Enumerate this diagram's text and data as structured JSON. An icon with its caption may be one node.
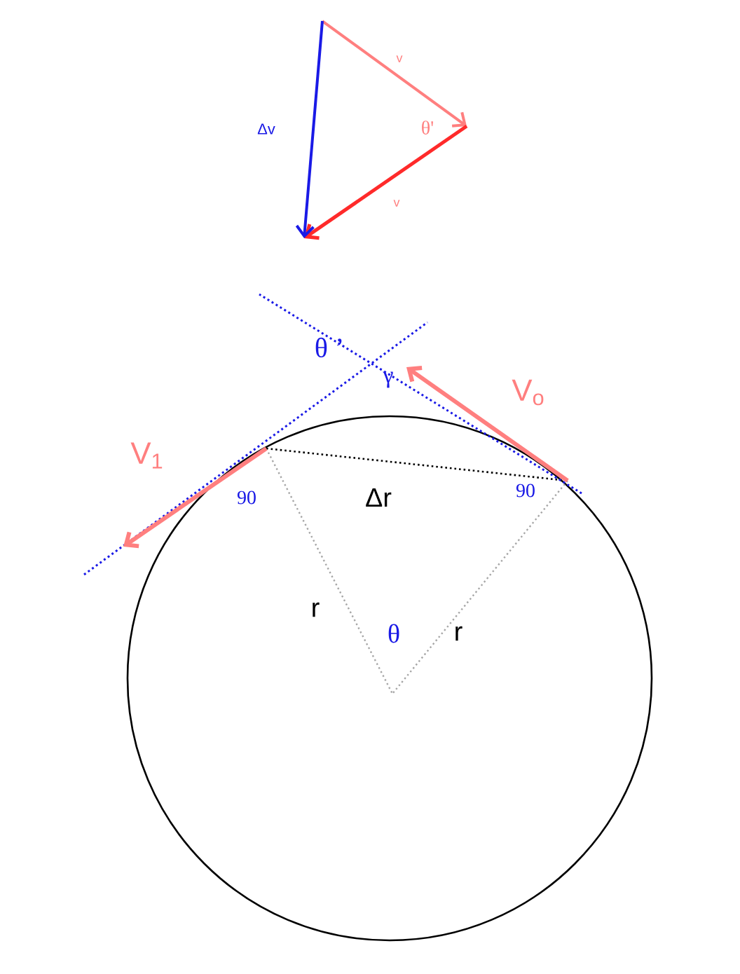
{
  "diagram": {
    "labels": [
      "v",
      "Δv",
      "θ'",
      "v",
      "θ ’",
      "γ",
      "V$_{o}$",
      "V$_{1}$",
      "90",
      "Δr",
      "90",
      "r",
      "θ",
      "r"
    ]
  }
}
